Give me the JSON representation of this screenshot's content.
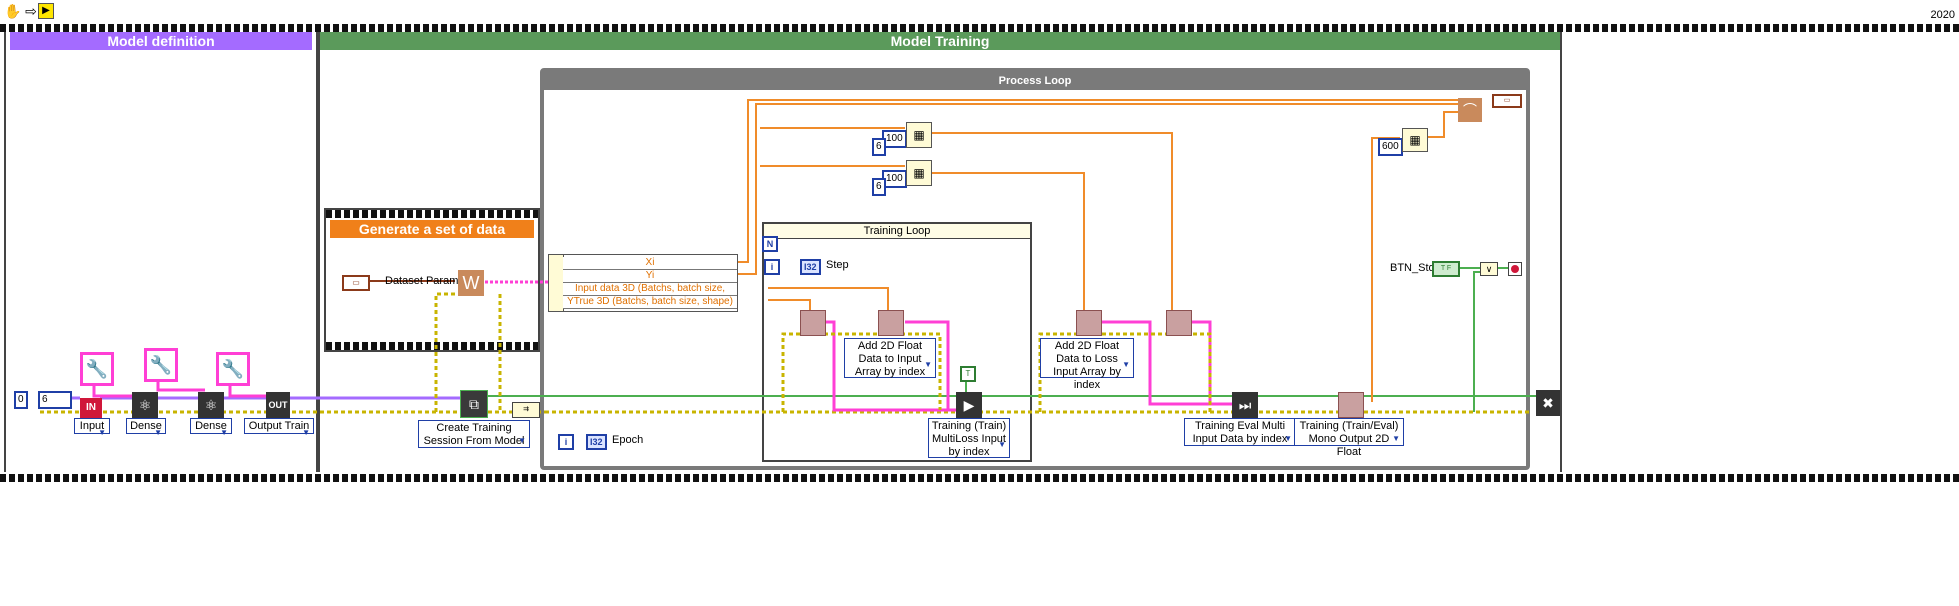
{
  "toolbar": {
    "year": "2020",
    "icons": [
      "hand-icon",
      "run-arrow-icon",
      "labview-icon"
    ]
  },
  "frames": {
    "model_definition": {
      "title": "Model definition",
      "color": "#a46bff"
    },
    "model_training": {
      "title": "Model Training",
      "color": "#5b9a5b"
    },
    "generate_data": {
      "title": "Generate a set of data",
      "color": "#f0801a"
    }
  },
  "process_loop": {
    "title": "Process Loop"
  },
  "training_loop": {
    "title": "Training Loop",
    "n_terminal": "N",
    "i_terminal": "i"
  },
  "constants": {
    "zero": "0",
    "six_a": "6",
    "hundred_a": "100",
    "six_b": "6",
    "hundred_b": "100",
    "six_c": "6",
    "six_hundred": "600"
  },
  "indicators": {
    "step": "Step",
    "epoch": "Epoch",
    "i32": "I32",
    "btn_stop": "BTN_Stop",
    "tf": "T F",
    "dataset_param": "Dataset Param"
  },
  "model_nodes": [
    {
      "label": "Input",
      "tag": "IN"
    },
    {
      "label": "Dense"
    },
    {
      "label": "Dense"
    },
    {
      "label": "Output Train",
      "tag": "OUT"
    }
  ],
  "cluster_fields": [
    "Xi",
    "Yi",
    "Input data 3D (Batchs, batch size, shape)",
    "YTrue 3D (Batchs, batch size, shape)"
  ],
  "vi_labels": {
    "create_session": "Create Training Session From Model",
    "add_input": "Add 2D Float Data to Input Array by index",
    "train_multiloss": "Training (Train) MultiLoss Input by index",
    "add_loss": "Add 2D Float Data to Loss Input Array by index",
    "eval_multi": "Training Eval Multi Input Data by index",
    "mono_output": "Training (Train/Eval) Mono Output 2D Float"
  },
  "colors": {
    "wire_orange": "#f08c2a",
    "wire_pink": "#ff3fd5",
    "wire_purple": "#a46bff",
    "wire_green": "#4caf50",
    "wire_yellow": "#c8b400"
  }
}
